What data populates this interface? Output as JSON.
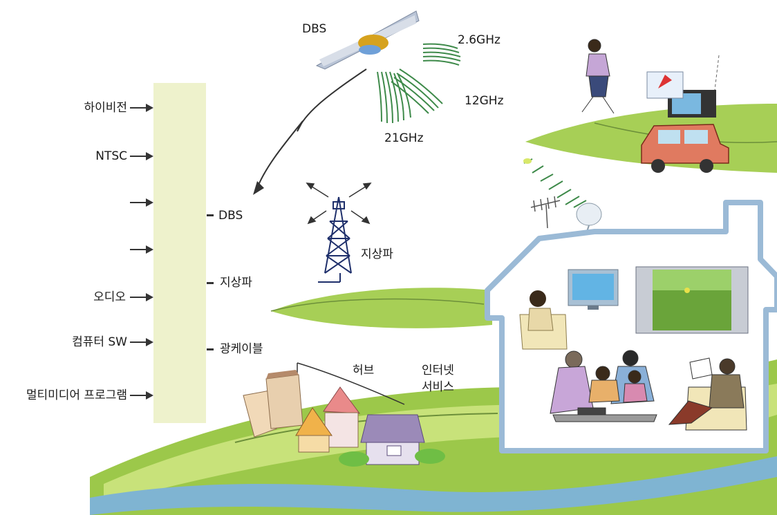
{
  "colors": {
    "bar": "#eef2cc",
    "grass": "#9cc84a",
    "grass_light": "#c8e27a",
    "house_outline": "#9bbad6",
    "wave": "#3e8a4a"
  },
  "inputs": [
    {
      "label": "하이비전"
    },
    {
      "label": "NTSC"
    },
    {
      "label": ""
    },
    {
      "label": ""
    },
    {
      "label": "오디오"
    },
    {
      "label": "컴퓨터 SW"
    },
    {
      "label": "멀티미디어 프로그램"
    }
  ],
  "outputs": [
    {
      "label": "DBS"
    },
    {
      "label": "지상파"
    },
    {
      "label": "광케이블"
    }
  ],
  "satellite": {
    "label": "DBS",
    "frequencies": [
      "2.6GHz",
      "12GHz",
      "21GHz"
    ]
  },
  "tower": {
    "label": "지상파"
  },
  "hub": {
    "label": "허브"
  },
  "internet": {
    "line1": "인터넷",
    "line2": "서비스"
  }
}
